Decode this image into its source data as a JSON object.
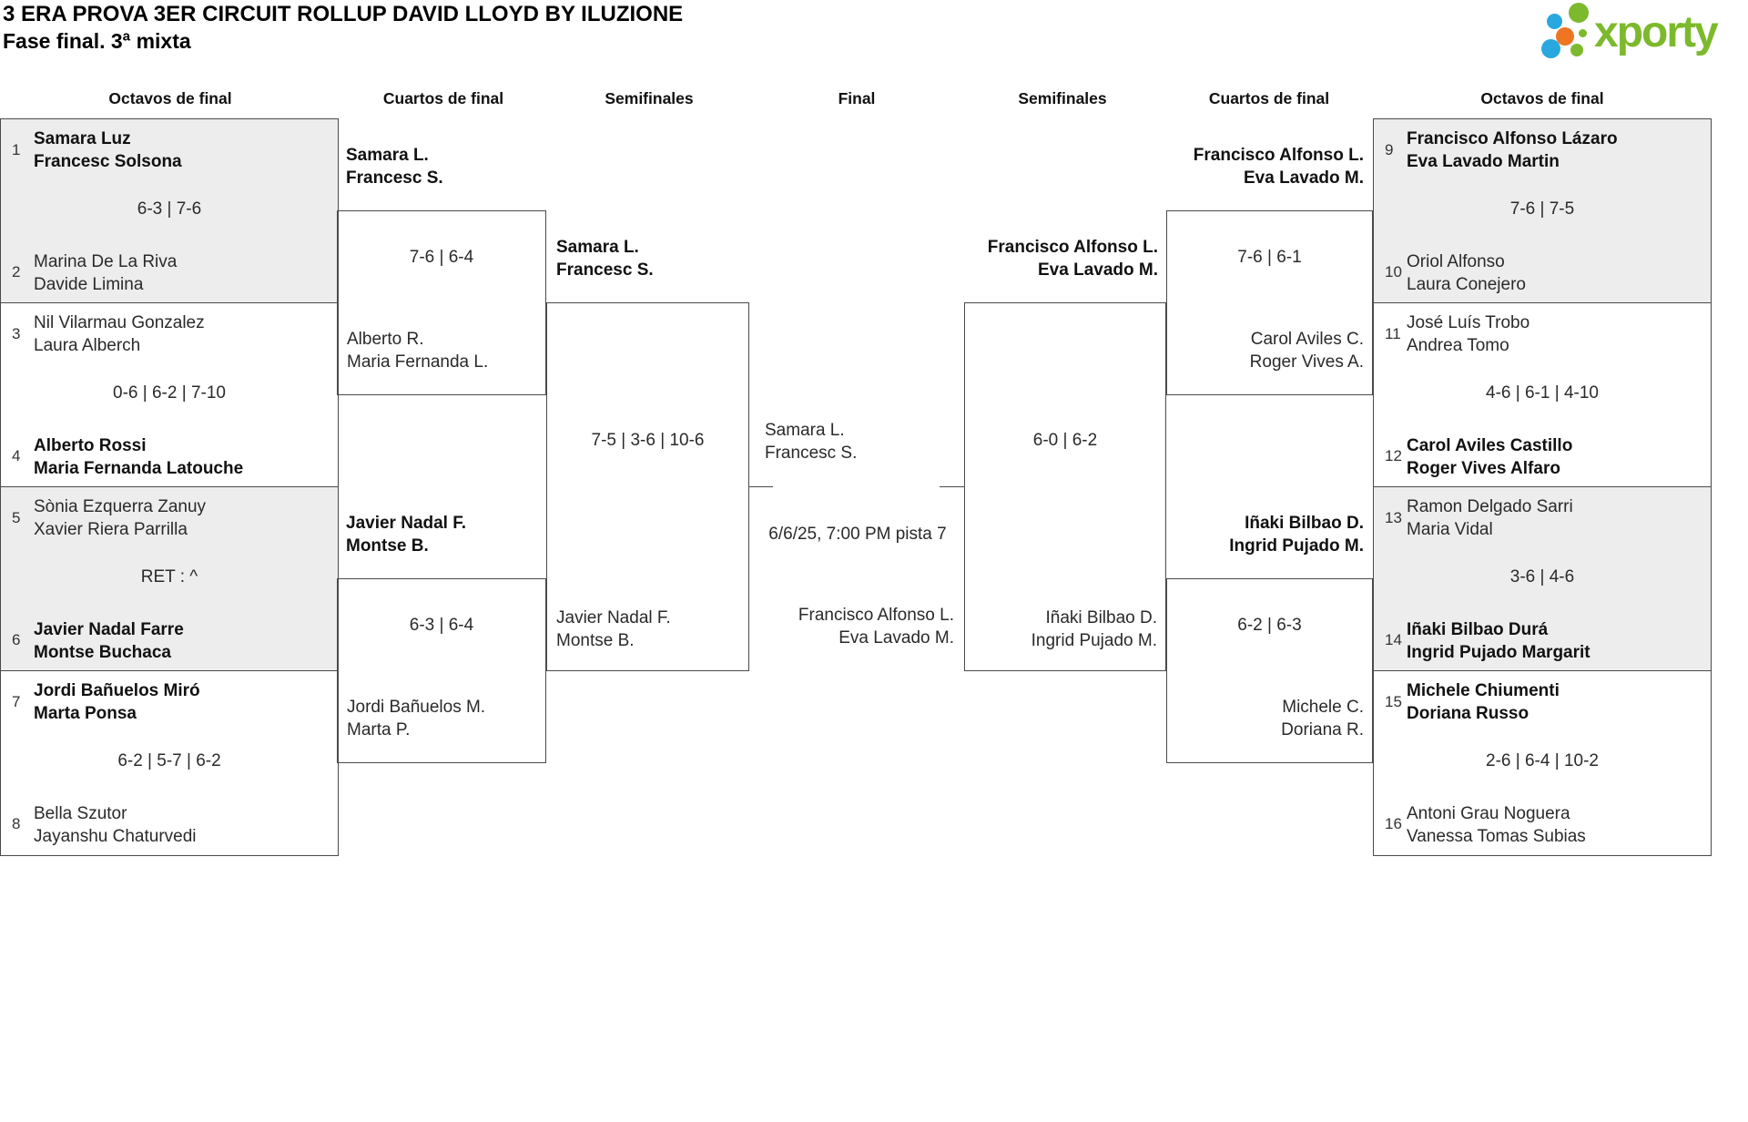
{
  "header": {
    "title": "3 ERA PROVA 3ER CIRCUIT ROLLUP DAVID LLOYD BY ILUZIONE",
    "subtitle": "Fase final. 3ª mixta",
    "logo_text": "xporty"
  },
  "columns": [
    "Octavos de final",
    "Cuartos de final",
    "Semifinales",
    "Final",
    "Semifinales",
    "Cuartos de final",
    "Octavos de final"
  ],
  "colors": {
    "brand_green": "#7cb92c",
    "brand_blue": "#29a8e0",
    "brand_orange": "#ee7623",
    "line": "#4a4a4a",
    "shaded_cell": "#ededed"
  },
  "bracket": {
    "octavos_left": [
      {
        "seed_top": "1",
        "team_top": [
          "Samara Luz",
          "Francesc Solsona"
        ],
        "top_winner": true,
        "score": "6-3 | 7-6",
        "seed_bottom": "2",
        "team_bottom": [
          "Marina De La Riva",
          "Davide Limina"
        ],
        "bottom_winner": false
      },
      {
        "seed_top": "3",
        "team_top": [
          "Nil Vilarmau Gonzalez",
          "Laura Alberch"
        ],
        "top_winner": false,
        "score": "0-6 | 6-2 | 7-10",
        "seed_bottom": "4",
        "team_bottom": [
          "Alberto Rossi",
          "Maria Fernanda Latouche"
        ],
        "bottom_winner": true
      },
      {
        "seed_top": "5",
        "team_top": [
          "Sònia Ezquerra Zanuy",
          "Xavier Riera Parrilla"
        ],
        "top_winner": false,
        "score": "RET : ^",
        "seed_bottom": "6",
        "team_bottom": [
          "Javier Nadal Farre",
          "Montse Buchaca"
        ],
        "bottom_winner": true
      },
      {
        "seed_top": "7",
        "team_top": [
          "Jordi Bañuelos Miró",
          "Marta Ponsa"
        ],
        "top_winner": true,
        "score": "6-2 | 5-7 | 6-2",
        "seed_bottom": "8",
        "team_bottom": [
          "Bella Szutor",
          "Jayanshu Chaturvedi"
        ],
        "bottom_winner": false
      }
    ],
    "octavos_right": [
      {
        "seed_top": "9",
        "team_top": [
          "Francisco Alfonso Lázaro",
          "Eva Lavado Martin"
        ],
        "top_winner": true,
        "score": "7-6 | 7-5",
        "seed_bottom": "10",
        "team_bottom": [
          "Oriol Alfonso",
          "Laura Conejero"
        ],
        "bottom_winner": false
      },
      {
        "seed_top": "11",
        "team_top": [
          "José Luís Trobo",
          "Andrea Tomo"
        ],
        "top_winner": false,
        "score": "4-6 | 6-1 | 4-10",
        "seed_bottom": "12",
        "team_bottom": [
          "Carol Aviles Castillo",
          "Roger Vives Alfaro"
        ],
        "bottom_winner": true
      },
      {
        "seed_top": "13",
        "team_top": [
          "Ramon Delgado Sarri",
          "Maria Vidal"
        ],
        "top_winner": false,
        "score": "3-6 | 4-6",
        "seed_bottom": "14",
        "team_bottom": [
          "Iñaki Bilbao Durá",
          "Ingrid Pujado Margarit"
        ],
        "bottom_winner": true
      },
      {
        "seed_top": "15",
        "team_top": [
          "Michele Chiumenti",
          "Doriana Russo"
        ],
        "top_winner": true,
        "score": "2-6 | 6-4 | 10-2",
        "seed_bottom": "16",
        "team_bottom": [
          "Antoni Grau Noguera",
          "Vanessa Tomas Subias"
        ],
        "bottom_winner": false
      }
    ],
    "cuartos_left": [
      {
        "winner": [
          "Samara L.",
          "Francesc S."
        ],
        "score": "7-6 | 6-4",
        "loser": [
          "Alberto R.",
          "Maria Fernanda L."
        ]
      },
      {
        "winner": [
          "Javier Nadal F.",
          "Montse B."
        ],
        "score": "6-3 | 6-4",
        "loser": [
          "Jordi Bañuelos M.",
          "Marta P."
        ]
      }
    ],
    "cuartos_right": [
      {
        "winner": [
          "Francisco Alfonso L.",
          "Eva Lavado M."
        ],
        "score": "7-6 | 6-1",
        "loser": [
          "Carol Aviles C.",
          "Roger Vives A."
        ]
      },
      {
        "winner": [
          "Iñaki Bilbao D.",
          "Ingrid Pujado M."
        ],
        "score": "6-2 | 6-3",
        "loser": [
          "Michele C.",
          "Doriana R."
        ]
      }
    ],
    "semifinal_left": {
      "winner": [
        "Samara L.",
        "Francesc S."
      ],
      "score": "7-5 | 3-6 | 10-6",
      "loser": [
        "Javier Nadal F.",
        "Montse B."
      ]
    },
    "semifinal_right": {
      "winner": [
        "Francisco Alfonso L.",
        "Eva Lavado M."
      ],
      "score": "6-0 | 6-2",
      "loser": [
        "Iñaki Bilbao D.",
        "Ingrid Pujado M."
      ]
    },
    "final": {
      "team_left": [
        "Samara L.",
        "Francesc S."
      ],
      "schedule": "6/6/25, 7:00 PM pista 7",
      "team_right": [
        "Francisco Alfonso L.",
        "Eva Lavado M."
      ]
    }
  }
}
